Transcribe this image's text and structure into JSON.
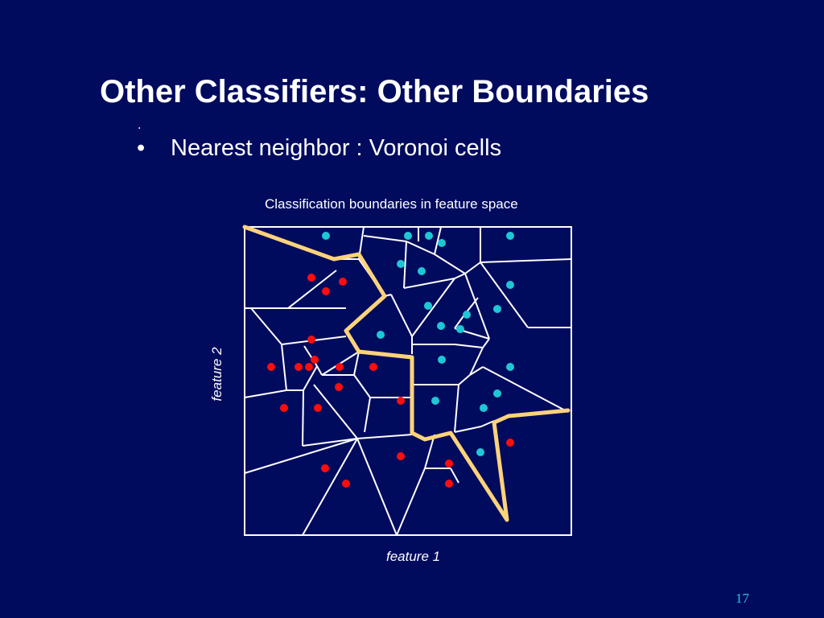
{
  "slide": {
    "title": "Other Classifiers: Other Boundaries",
    "stray_mark": ".",
    "bullet_char": "•",
    "bullet_text": "Nearest neighbor : Voronoi cells",
    "page_number": "17"
  },
  "figure": {
    "caption": "Classification boundaries in feature space",
    "xlabel": "feature 1",
    "ylabel": "feature 2"
  },
  "colors": {
    "background": "#000b5e",
    "cell_lines": "#ffffff",
    "boundary": "#ffd37a",
    "class_a": "#1fc7d4",
    "class_b": "#ff0d0d",
    "page_number": "#2ec3d6"
  },
  "legend": {
    "class_a_color_name": "cyan",
    "class_b_color_name": "red"
  }
}
